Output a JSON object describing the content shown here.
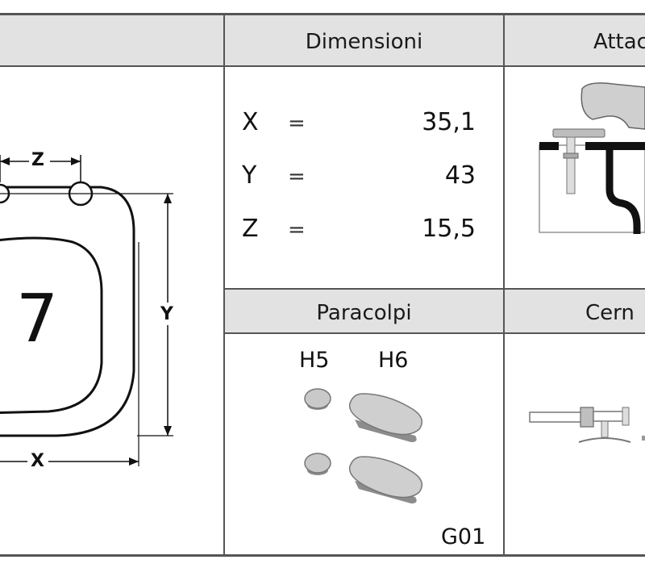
{
  "headers": {
    "dimensions": "Dimensioni",
    "fixing": "Attac",
    "bumpers": "Paracolpi",
    "hinges": "Cern"
  },
  "dimensions": [
    {
      "label": "X",
      "eq": "=",
      "value": "35,1"
    },
    {
      "label": "Y",
      "eq": "=",
      "value": "43"
    },
    {
      "label": "Z",
      "eq": "=",
      "value": "15,5"
    }
  ],
  "drawing": {
    "model_number": "7",
    "label_x": "X",
    "label_y": "Y",
    "label_z": "Z"
  },
  "bumpers": {
    "h5": "H5",
    "h6": "H6",
    "code": "G01"
  },
  "colors": {
    "header_bg": "#e2e2e2",
    "rule": "#555555",
    "part_fill": "#9a9a9a",
    "part_light": "#d8d8d8"
  }
}
